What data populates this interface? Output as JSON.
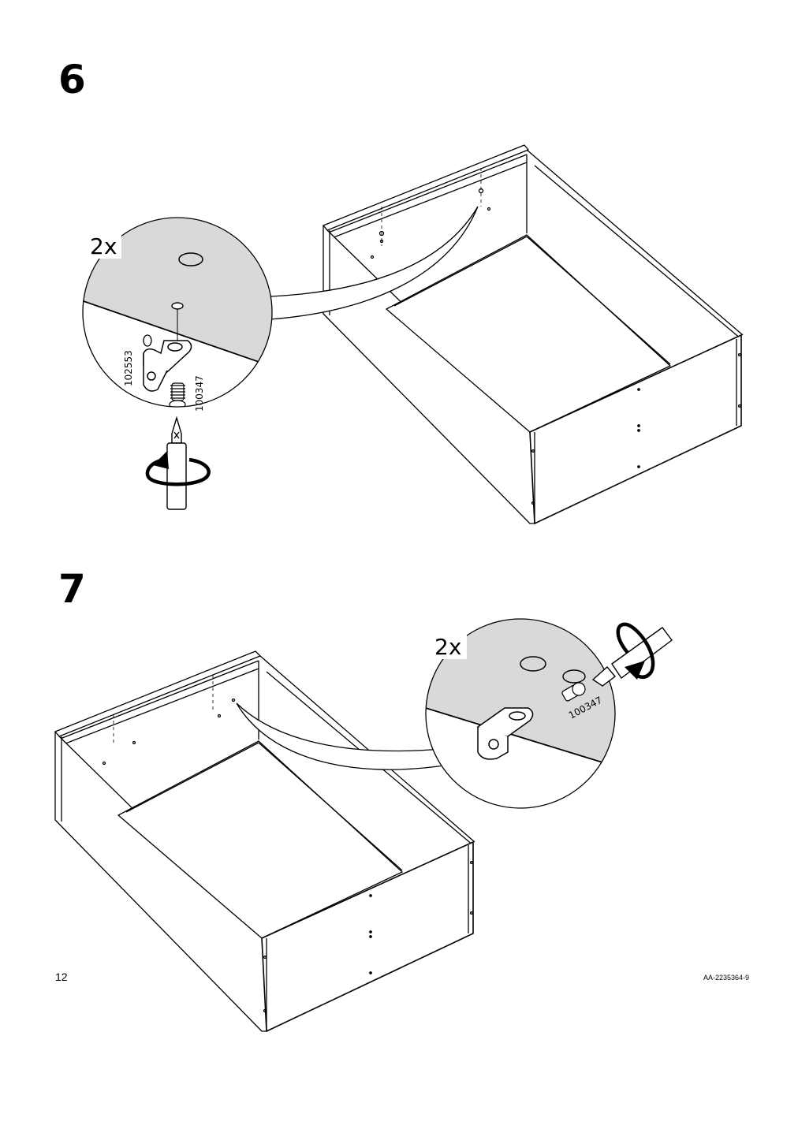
{
  "steps": [
    {
      "number": "6",
      "quantity": "2x",
      "part_bracket": "102553",
      "part_screw": "100347"
    },
    {
      "number": "7",
      "quantity": "2x",
      "part_screw": "100347"
    }
  ],
  "footer": {
    "page_number": "12",
    "document_code": "AA-2235364-9"
  },
  "colors": {
    "line": "#000000",
    "shaded_panel": "#d9d9d9",
    "background": "#ffffff"
  },
  "icons": [
    "rotate-arrow-icon",
    "screwdriver-icon",
    "screw-icon",
    "angle-bracket-icon"
  ]
}
